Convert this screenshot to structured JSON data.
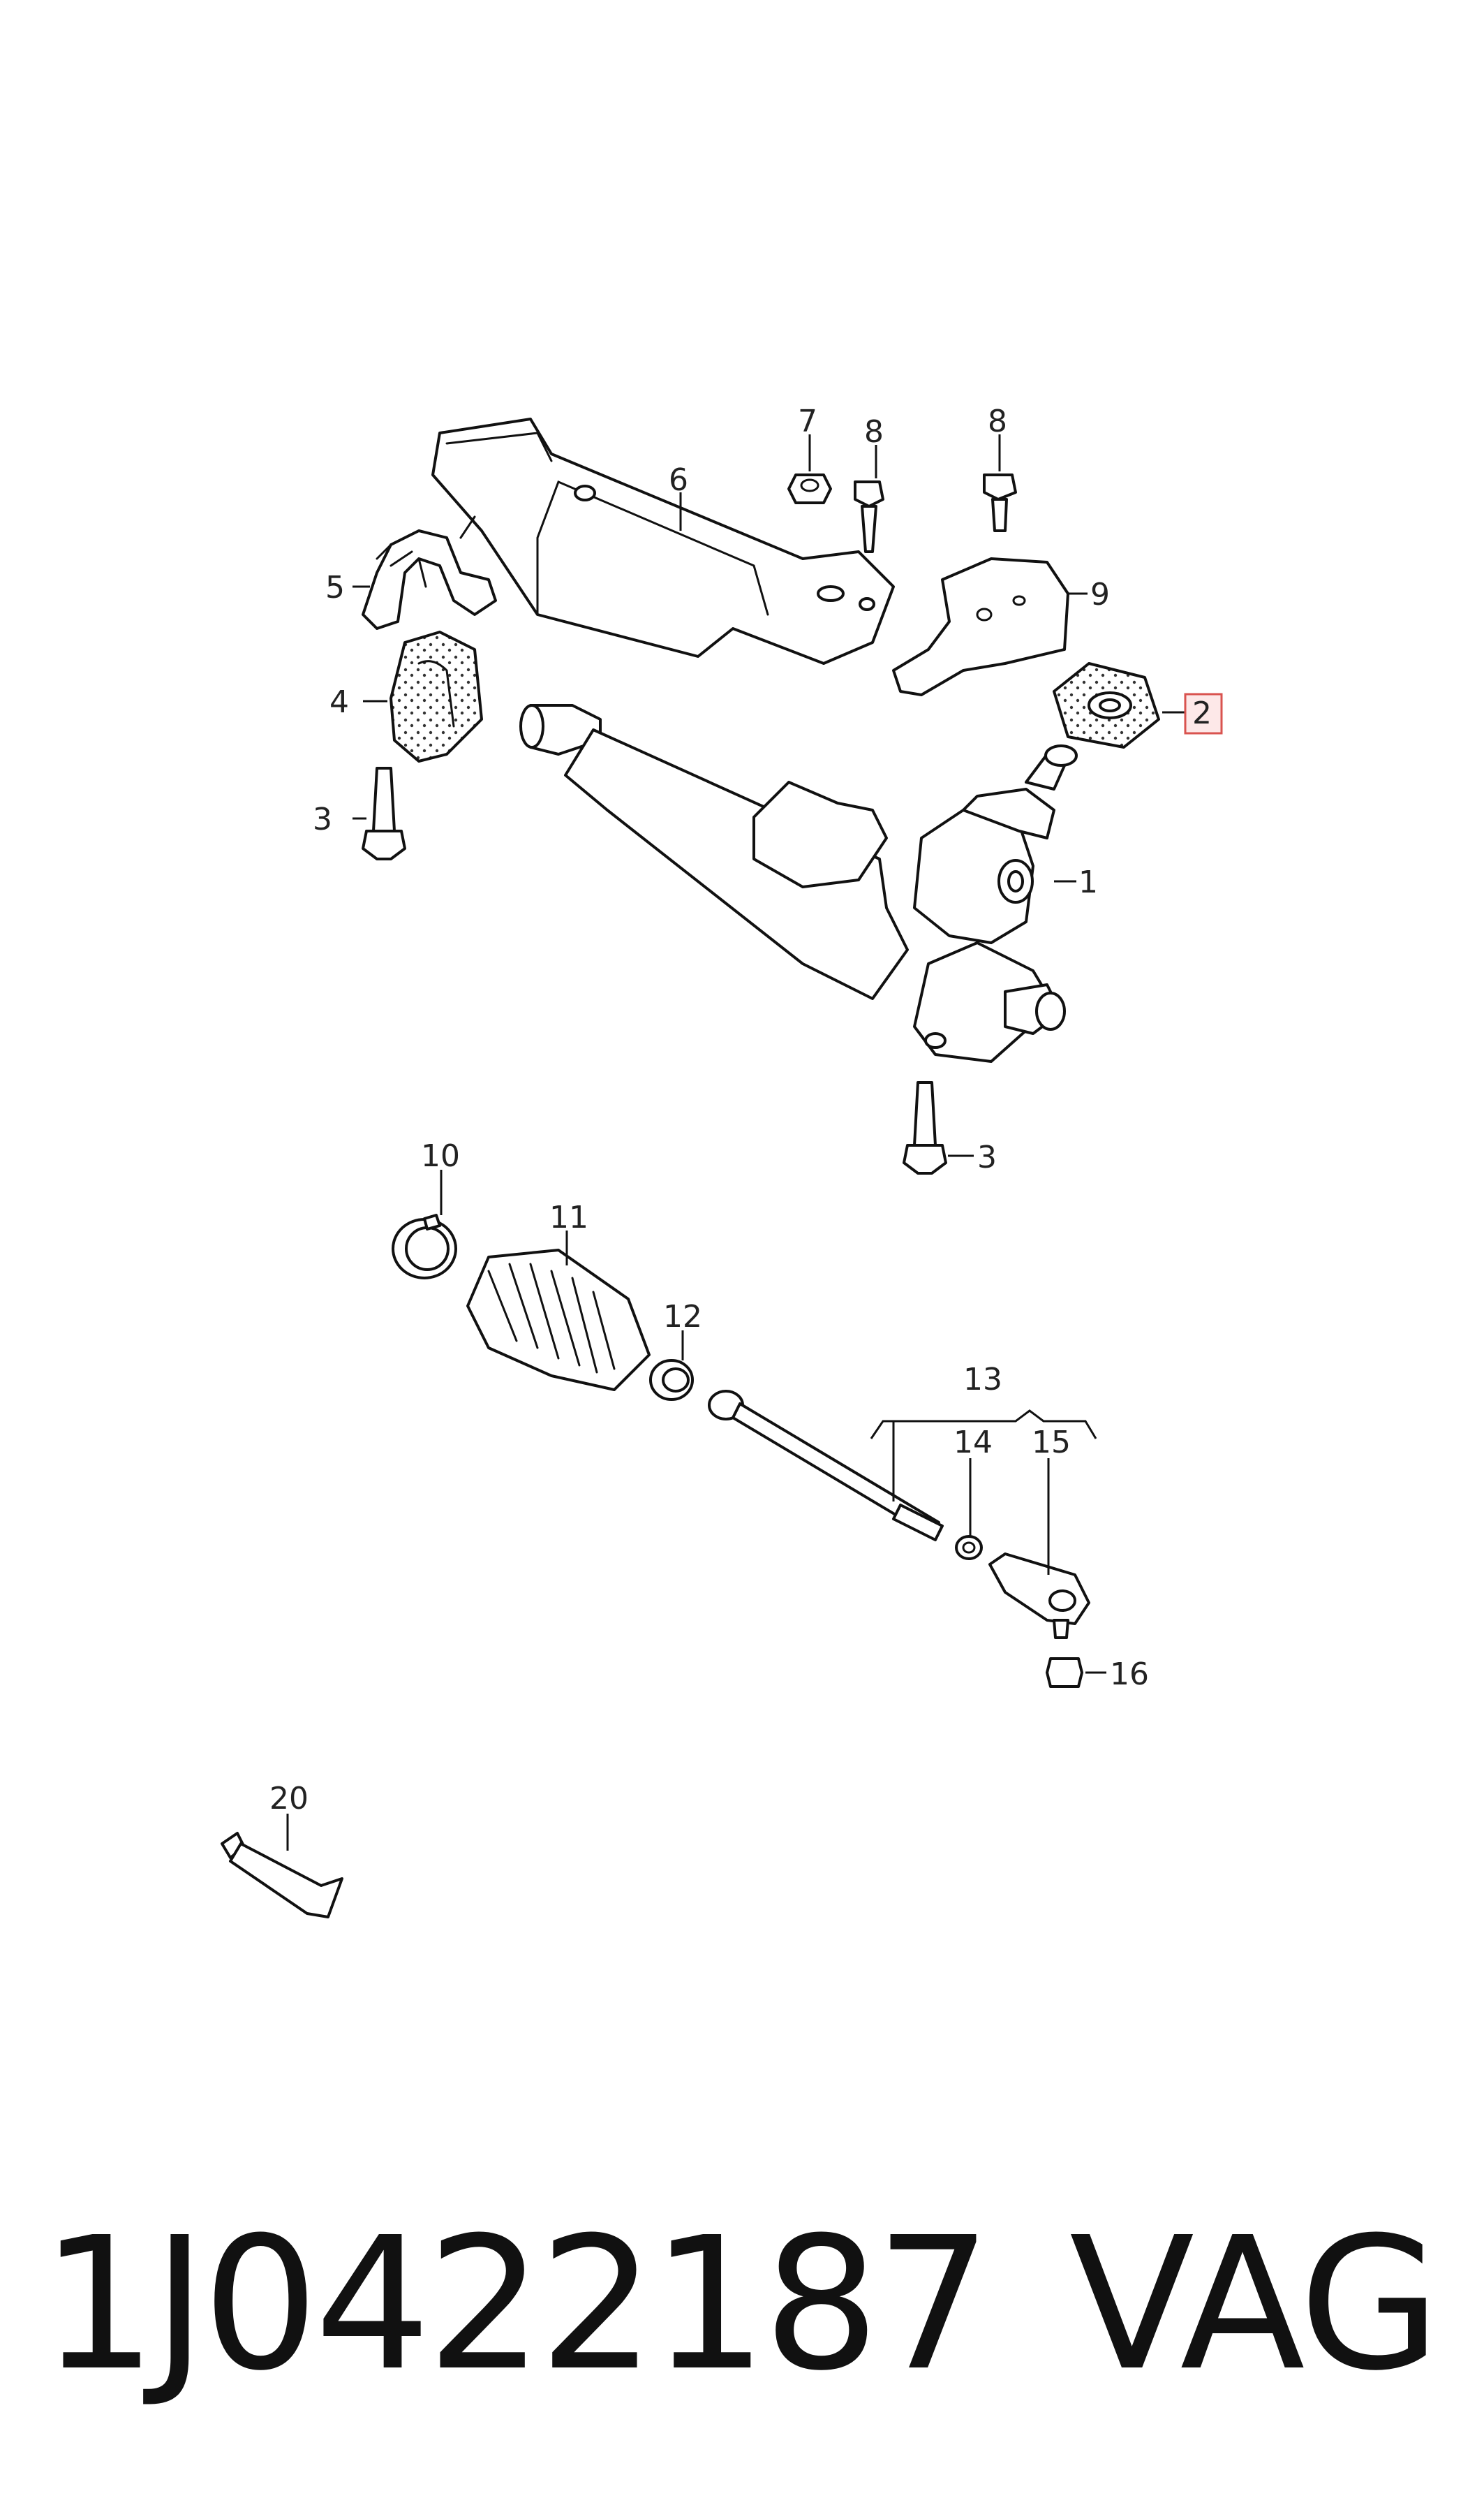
{
  "callouts": [
    "1",
    "2",
    "3",
    "3",
    "4",
    "5",
    "6",
    "7",
    "8",
    "8",
    "9",
    "10",
    "11",
    "12",
    "13",
    "14",
    "15",
    "16",
    "20"
  ],
  "highlight_color": "#d9534f",
  "caption": {
    "part_number": "1J0422187",
    "brand": "VAG"
  }
}
